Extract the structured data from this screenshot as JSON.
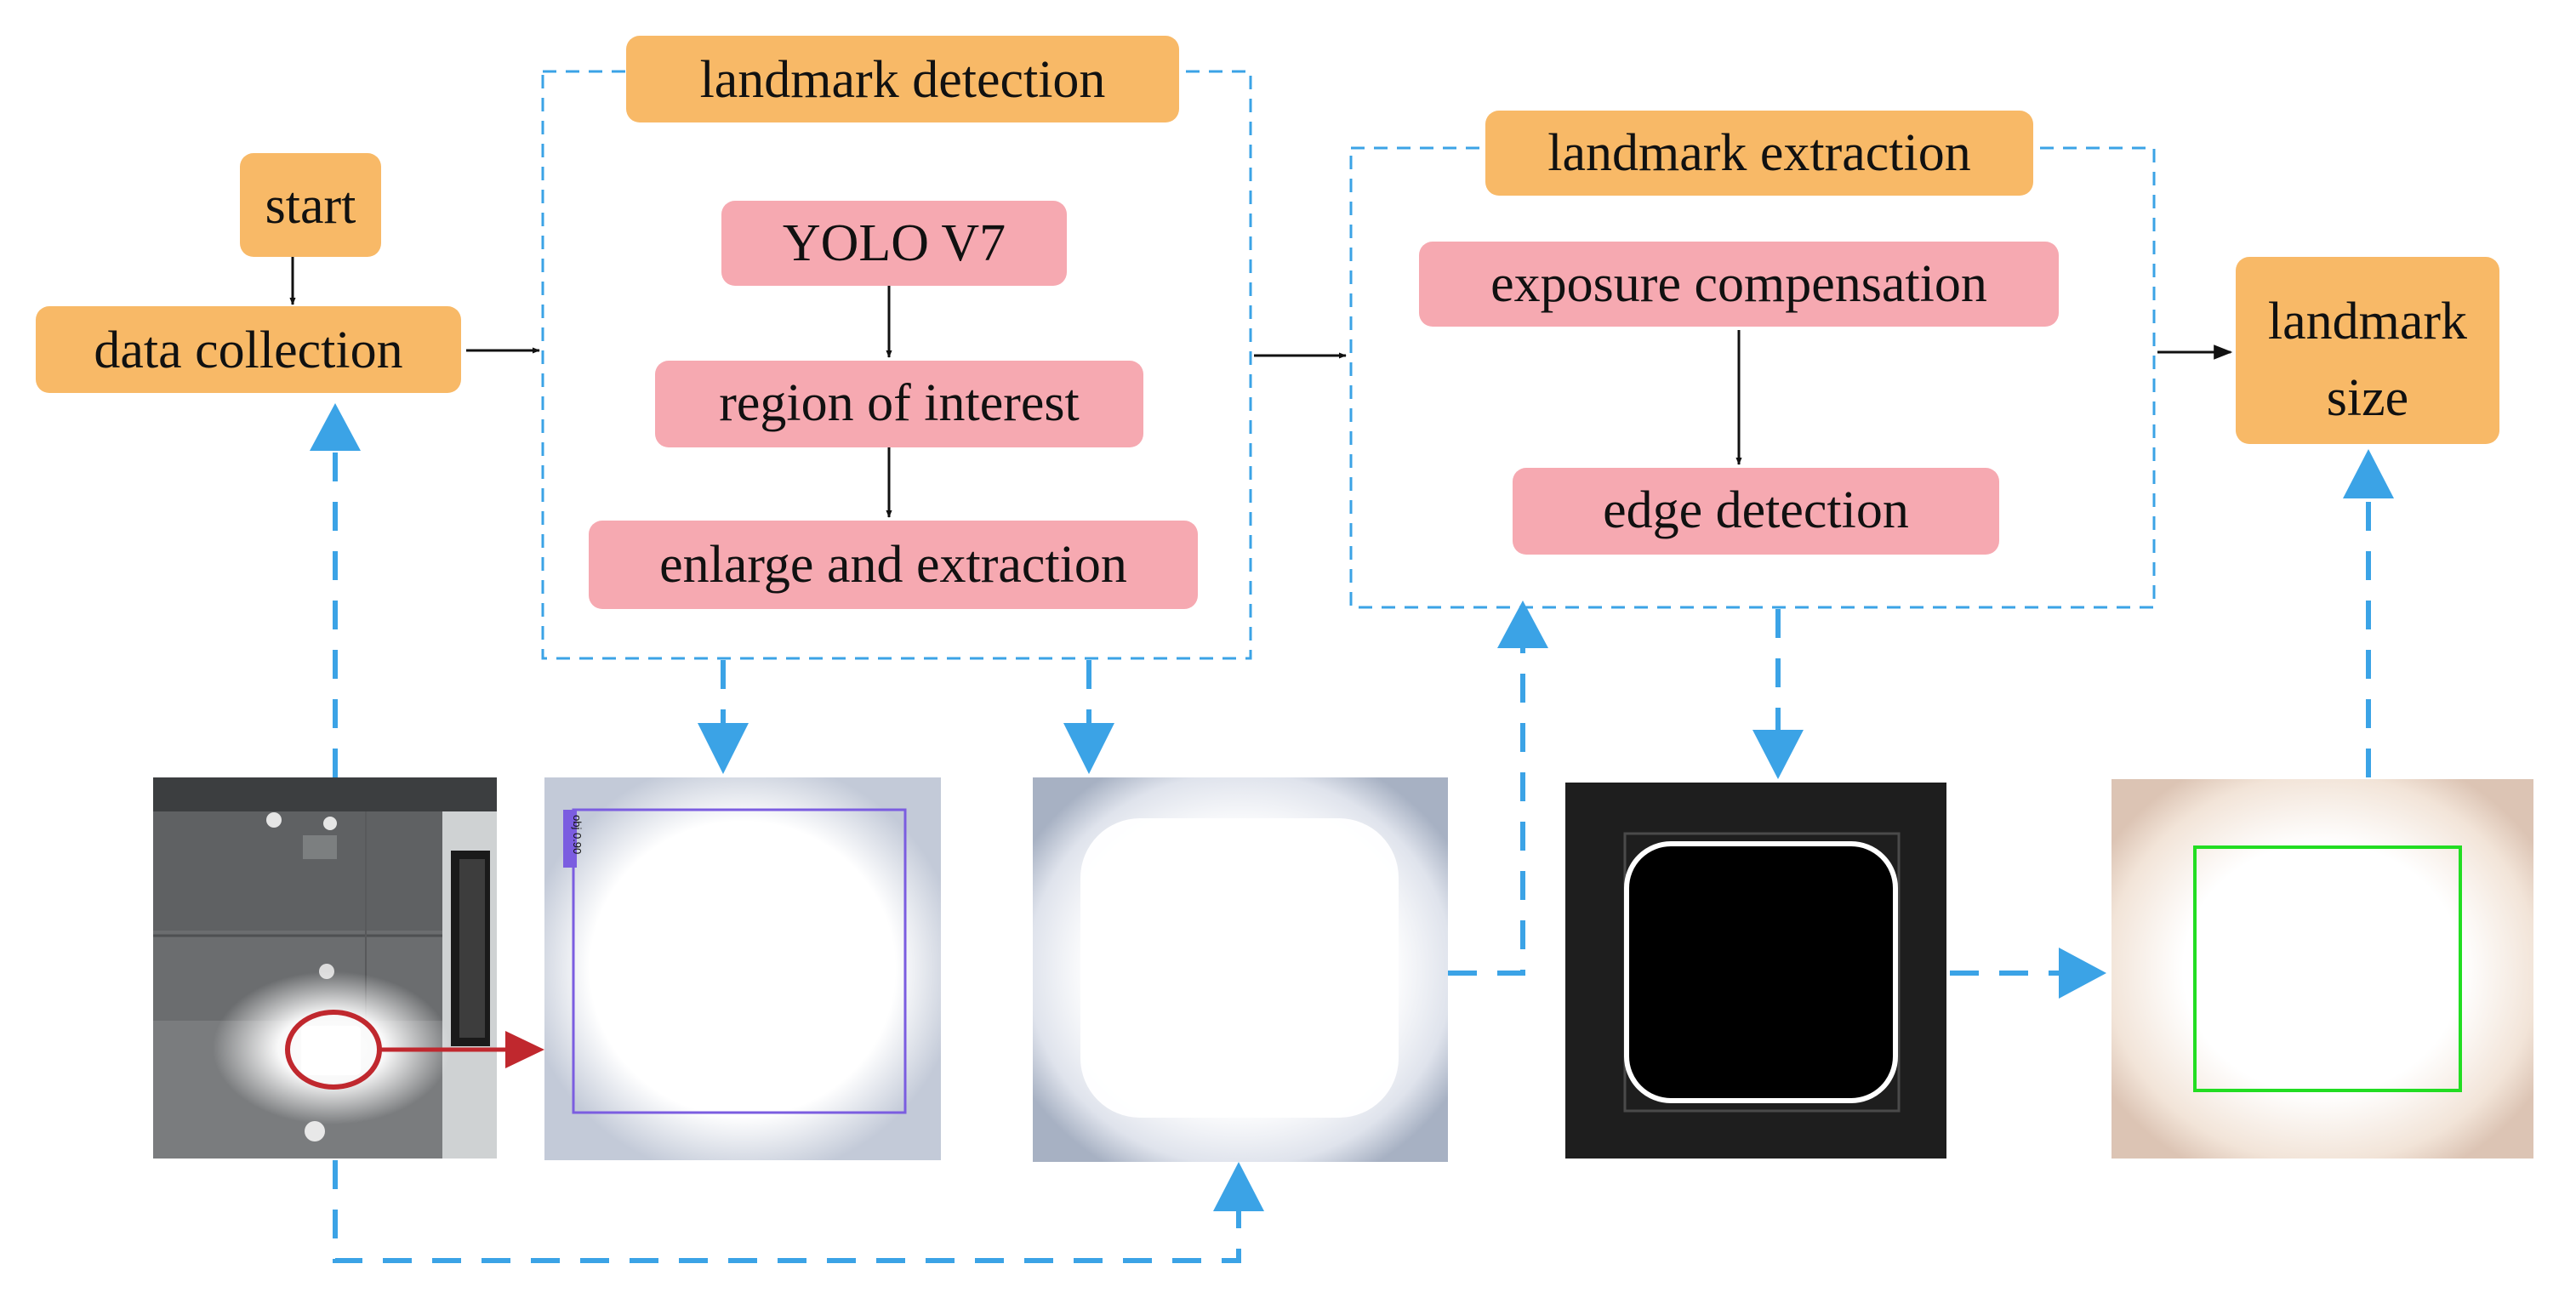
{
  "colors": {
    "orange": "#f8b967",
    "pink": "#f6a9b1",
    "dash_blue": "#3ba3e6",
    "arrow_black": "#111111",
    "highlight_red": "#c0282e",
    "detect_box": "#7b5de0",
    "landmark_green": "#22dd22",
    "edge_white": "#ffffff"
  },
  "nodes": {
    "start": "start",
    "data_collection": "data collection",
    "landmark_detection": "landmark detection",
    "yolo": "YOLO V7",
    "roi": "region of interest",
    "enlarge": "enlarge and extraction",
    "landmark_extraction": "landmark extraction",
    "exposure": "exposure compensation",
    "edge": "edge detection",
    "size_line1": "landmark",
    "size_line2": "size"
  },
  "images": {
    "detection_label": "obj 0.90"
  }
}
